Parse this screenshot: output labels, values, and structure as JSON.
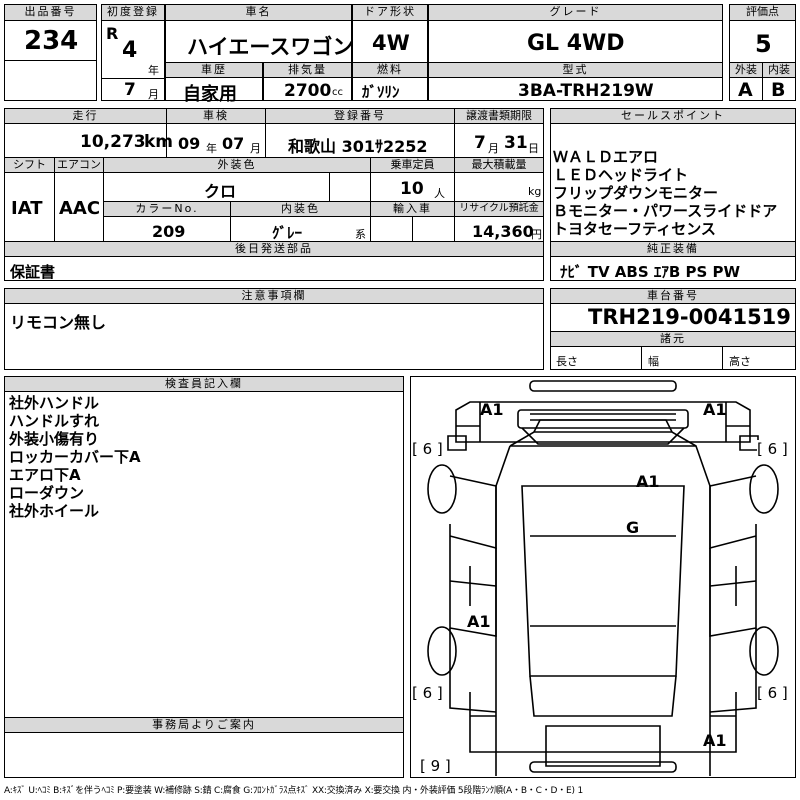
{
  "header": {
    "lot_number_label": "出品番号",
    "lot_number": "234",
    "first_reg_label": "初度登録",
    "era": "R",
    "year": "4",
    "year_unit": "年",
    "month": "7",
    "month_unit": "月",
    "car_name_label": "車名",
    "car_name": "ハイエースワゴン",
    "door_label": "ドア形状",
    "door": "4W",
    "grade_label": "グレード",
    "grade": "GL 4WD",
    "score_label": "評価点",
    "score": "5",
    "history_label": "車歴",
    "history": "自家用",
    "displacement_label": "排気量",
    "displacement": "2700",
    "displacement_unit": "cc",
    "fuel_label": "燃料",
    "fuel": "ｶﾞｿﾘﾝ",
    "model_label": "型式",
    "model": "3BA-TRH219W",
    "exterior_label": "外装",
    "exterior": "A",
    "interior_label": "内装",
    "interior": "B"
  },
  "details": {
    "mileage_label": "走行",
    "mileage": "10,273",
    "mileage_unit": "km",
    "inspection_label": "車検",
    "inspection_year": "09",
    "inspection_year_unit": "年",
    "inspection_month": "07",
    "inspection_month_unit": "月",
    "registration_label": "登録番号",
    "registration": "和歌山 301ｻ2252",
    "transfer_label": "譲渡書類期限",
    "transfer_month": "7",
    "transfer_month_unit": "月",
    "transfer_day": "31",
    "transfer_day_unit": "日",
    "shift_label": "シフト",
    "shift": "IAT",
    "aircon_label": "エアコン",
    "aircon": "AAC",
    "exterior_color_label": "外装色",
    "exterior_color": "クロ",
    "capacity_label": "乗車定員",
    "capacity": "10",
    "capacity_unit": "人",
    "load_label": "最大積載量",
    "load_unit": "kg",
    "color_no_label": "カラーNo.",
    "color_no": "209",
    "interior_color_label": "内装色",
    "interior_color": "ｸﾞﾚｰ",
    "interior_color_suffix": "系",
    "import_label": "輸入車",
    "recycle_label": "リサイクル預託金",
    "recycle": "14,360",
    "recycle_unit": "円",
    "later_parts_label": "後日発送部品",
    "later_parts": "保証書"
  },
  "sales_points": {
    "label": "セールスポイント",
    "items": [
      "ＷＡＬＤエアロ",
      "ＬＥＤヘッドライト",
      "フリップダウンモニター",
      "Ｂモニター・パワースライドドア",
      "トヨタセーフティセンス"
    ]
  },
  "equipment": {
    "label": "純正装備",
    "value": "ﾅﾋﾞ TV ABS ｴｱB PS PW"
  },
  "notes": {
    "label": "注意事項欄",
    "value": "リモコン無し"
  },
  "chassis": {
    "label": "車台番号",
    "value": "TRH219-0041519",
    "dimensions_label": "諸元",
    "length_label": "長さ",
    "width_label": "幅",
    "height_label": "高さ"
  },
  "inspector": {
    "label": "検査員記入欄",
    "lines": [
      "社外ハンドル",
      "ハンドルすれ",
      "外装小傷有り",
      "ロッカーカバー下A",
      "エアロ下A",
      "ローダウン",
      "社外ホイール"
    ]
  },
  "office": {
    "label": "事務局よりご案内"
  },
  "diagram": {
    "marks": {
      "front_left": "A1",
      "front_right": "A1",
      "hood": "A1",
      "roof": "G",
      "left_rear_side": "A1",
      "rear_bumper": "A1"
    },
    "tire_front_left": "[ 6 ]",
    "tire_front_right": "[ 6 ]",
    "tire_rear_left": "[ 6 ]",
    "tire_rear_right": "[ 6 ]",
    "spare": "[ 9 ]"
  },
  "legend": "A:ｷｽﾞ U:ﾍｺﾐ B:ｷｽﾞを伴うﾍｺﾐ P:要塗装 W:補修跡 S:錆 C:腐食 G:ﾌﾛﾝﾄｶﾞﾗｽ点ｷｽﾞ XX:交換済み X:要交換  内・外装評価 5段階ﾗﾝｸ順(A・B・C・D・E) 1"
}
